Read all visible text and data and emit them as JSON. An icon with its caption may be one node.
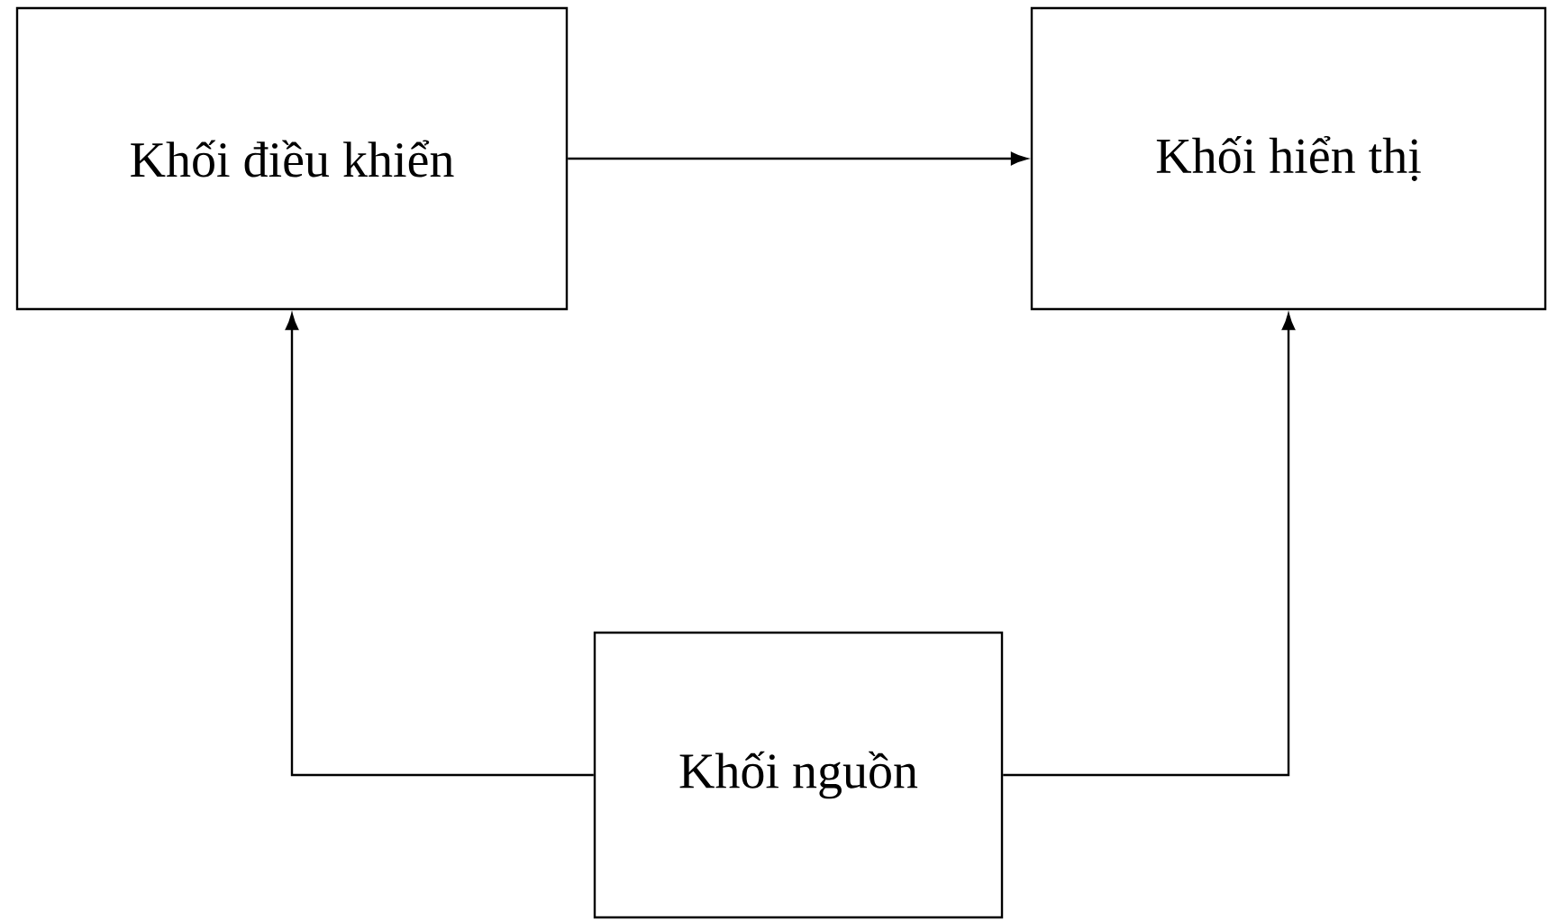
{
  "diagram": {
    "nodes": [
      {
        "text": [
          "Khối điều khiển"
        ]
      },
      {
        "text": [
          "Khối hiển thị"
        ]
      },
      {
        "text": [
          "Khối nguồn"
        ]
      }
    ],
    "edges": [
      {
        "from": 0,
        "to": 1,
        "arrow": "to"
      },
      {
        "from": 2,
        "to": 0,
        "arrow": "to"
      },
      {
        "from": 2,
        "to": 1,
        "arrow": "to"
      }
    ]
  }
}
